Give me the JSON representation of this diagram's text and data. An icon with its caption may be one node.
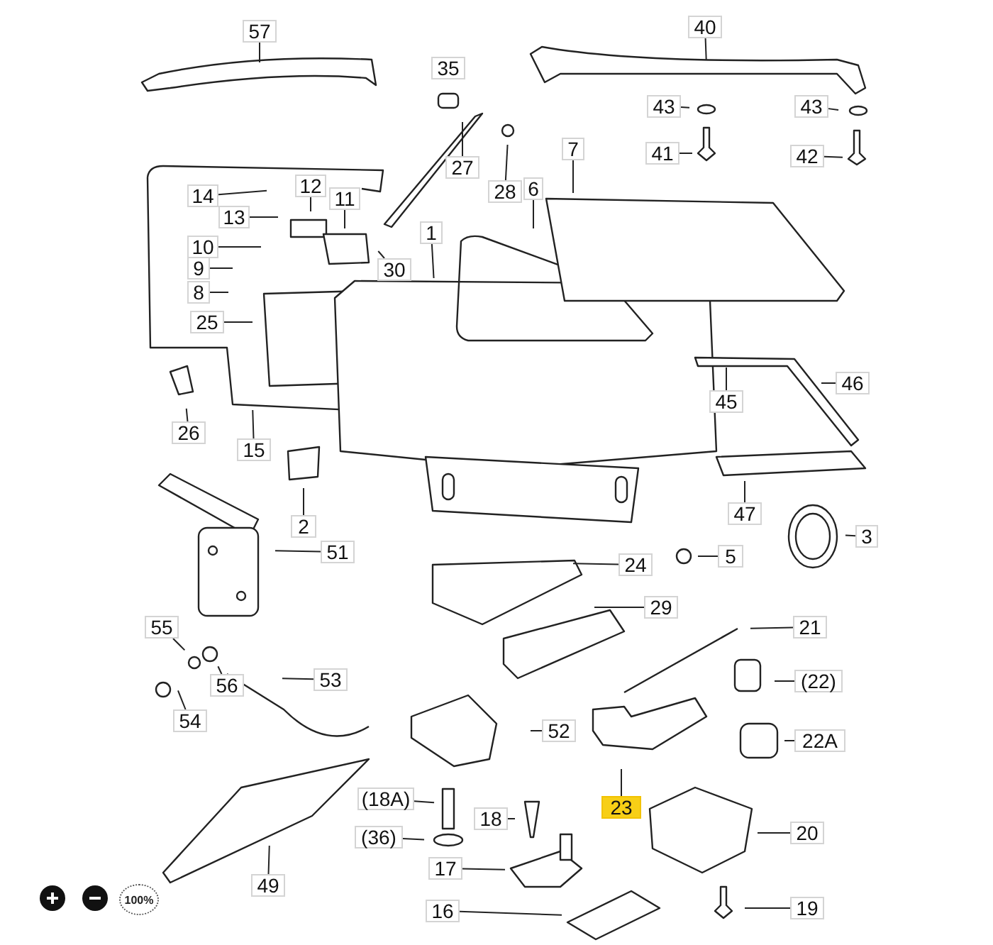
{
  "diagram": {
    "nodes": [
      {
        "text": [
          "57"
        ]
      },
      {
        "text": [
          "40"
        ]
      },
      {
        "text": [
          "35"
        ]
      },
      {
        "text": [
          "43"
        ]
      },
      {
        "text": [
          "43"
        ]
      },
      {
        "text": [
          "41"
        ]
      },
      {
        "text": [
          "42"
        ]
      },
      {
        "text": [
          "7"
        ]
      },
      {
        "text": [
          "27"
        ]
      },
      {
        "text": [
          "14"
        ]
      },
      {
        "text": [
          "12"
        ]
      },
      {
        "text": [
          "11"
        ]
      },
      {
        "text": [
          "28"
        ]
      },
      {
        "text": [
          "6"
        ]
      },
      {
        "text": [
          "13"
        ]
      },
      {
        "text": [
          "1"
        ]
      },
      {
        "text": [
          "10"
        ]
      },
      {
        "text": [
          "30"
        ]
      },
      {
        "text": [
          "9"
        ]
      },
      {
        "text": [
          "8"
        ]
      },
      {
        "text": [
          "25"
        ]
      },
      {
        "text": [
          "46"
        ]
      },
      {
        "text": [
          "45"
        ]
      },
      {
        "text": [
          "26"
        ]
      },
      {
        "text": [
          "15"
        ]
      },
      {
        "text": [
          "47"
        ]
      },
      {
        "text": [
          "2"
        ]
      },
      {
        "text": [
          "3"
        ]
      },
      {
        "text": [
          "51"
        ]
      },
      {
        "text": [
          "5"
        ]
      },
      {
        "text": [
          "24"
        ]
      },
      {
        "text": [
          "29"
        ]
      },
      {
        "text": [
          "21"
        ]
      },
      {
        "text": [
          "55"
        ]
      },
      {
        "text": [
          "53"
        ]
      },
      {
        "text": [
          "(22)"
        ]
      },
      {
        "text": [
          "56"
        ]
      },
      {
        "text": [
          "54"
        ]
      },
      {
        "text": [
          "52"
        ]
      },
      {
        "text": [
          "22A"
        ]
      },
      {
        "text": [
          "(18A)"
        ]
      },
      {
        "text": [
          "23"
        ]
      },
      {
        "text": [
          "18"
        ]
      },
      {
        "text": [
          "20"
        ]
      },
      {
        "text": [
          "(36)"
        ]
      },
      {
        "text": [
          "17"
        ]
      },
      {
        "text": [
          "49"
        ]
      },
      {
        "text": [
          "19"
        ]
      },
      {
        "text": [
          "16"
        ]
      }
    ],
    "edges": [
      {
        "from": 0,
        "to": null,
        "arrow": "none"
      },
      {
        "from": 1,
        "to": null,
        "arrow": "none"
      },
      {
        "from": 3,
        "to": null,
        "arrow": "none"
      },
      {
        "from": 4,
        "to": null,
        "arrow": "none"
      },
      {
        "from": 5,
        "to": null,
        "arrow": "none"
      },
      {
        "from": 6,
        "to": null,
        "arrow": "none"
      },
      {
        "from": 7,
        "to": null,
        "arrow": "none"
      },
      {
        "from": 8,
        "to": null,
        "arrow": "none"
      },
      {
        "from": 9,
        "to": null,
        "arrow": "none"
      },
      {
        "from": 10,
        "to": null,
        "arrow": "none"
      },
      {
        "from": 11,
        "to": null,
        "arrow": "none"
      },
      {
        "from": 12,
        "to": null,
        "arrow": "none"
      },
      {
        "from": 13,
        "to": null,
        "arrow": "none"
      },
      {
        "from": 14,
        "to": null,
        "arrow": "none"
      },
      {
        "from": 15,
        "to": null,
        "arrow": "none"
      },
      {
        "from": 16,
        "to": null,
        "arrow": "none"
      },
      {
        "from": 17,
        "to": null,
        "arrow": "none"
      },
      {
        "from": 18,
        "to": null,
        "arrow": "none"
      },
      {
        "from": 19,
        "to": null,
        "arrow": "none"
      },
      {
        "from": 20,
        "to": null,
        "arrow": "none"
      },
      {
        "from": 21,
        "to": null,
        "arrow": "none"
      },
      {
        "from": 22,
        "to": null,
        "arrow": "none"
      },
      {
        "from": 23,
        "to": null,
        "arrow": "none"
      },
      {
        "from": 24,
        "to": null,
        "arrow": "none"
      },
      {
        "from": 25,
        "to": null,
        "arrow": "none"
      },
      {
        "from": 26,
        "to": null,
        "arrow": "none"
      },
      {
        "from": 27,
        "to": null,
        "arrow": "none"
      },
      {
        "from": 28,
        "to": null,
        "arrow": "none"
      },
      {
        "from": 29,
        "to": null,
        "arrow": "none"
      },
      {
        "from": 30,
        "to": null,
        "arrow": "none"
      },
      {
        "from": 31,
        "to": null,
        "arrow": "none"
      },
      {
        "from": 32,
        "to": null,
        "arrow": "none"
      },
      {
        "from": 33,
        "to": null,
        "arrow": "none"
      },
      {
        "from": 34,
        "to": null,
        "arrow": "none"
      },
      {
        "from": 35,
        "to": null,
        "arrow": "none"
      },
      {
        "from": 36,
        "to": null,
        "arrow": "none"
      },
      {
        "from": 37,
        "to": null,
        "arrow": "none"
      },
      {
        "from": 38,
        "to": null,
        "arrow": "none"
      },
      {
        "from": 39,
        "to": null,
        "arrow": "none"
      },
      {
        "from": 40,
        "to": null,
        "arrow": "none"
      },
      {
        "from": 41,
        "to": null,
        "arrow": "none"
      },
      {
        "from": 42,
        "to": null,
        "arrow": "none"
      },
      {
        "from": 43,
        "to": null,
        "arrow": "none"
      },
      {
        "from": 44,
        "to": null,
        "arrow": "none"
      },
      {
        "from": 45,
        "to": null,
        "arrow": "none"
      },
      {
        "from": 46,
        "to": null,
        "arrow": "none"
      },
      {
        "from": 47,
        "to": null,
        "arrow": "none"
      },
      {
        "from": 48,
        "to": null,
        "arrow": "none"
      }
    ],
    "labels": [
      "100%"
    ]
  }
}
